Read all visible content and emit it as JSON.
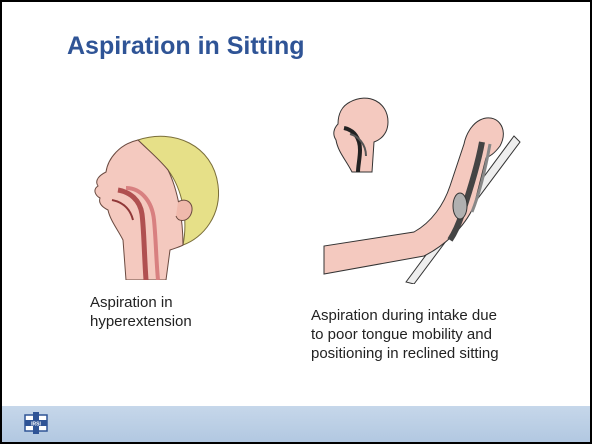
{
  "slide": {
    "title": "Aspiration in Sitting",
    "left_caption": {
      "line1": "Aspiration in",
      "line2": "hyperextension"
    },
    "right_caption": {
      "line1": "Aspiration during intake due",
      "line2": "to poor tongue mobility and",
      "line3": "positioning in reclined sitting"
    },
    "footer": {
      "logo_icon": "institution-logo-icon",
      "logo_text": "IRSI"
    },
    "colors": {
      "title": "#2f5496",
      "footer_bar": "#b9cde4",
      "skin": "#f4c9bf",
      "hair": "#e6e088"
    }
  }
}
